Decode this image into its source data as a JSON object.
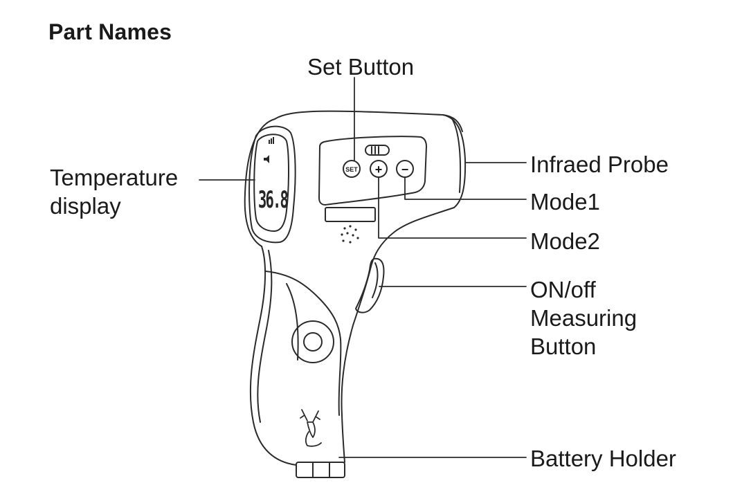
{
  "title": "Part Names",
  "labels": {
    "set_button": "Set Button",
    "temperature_display_line1": "Temperature",
    "temperature_display_line2": "display",
    "infrared_probe": "Infraed Probe",
    "mode1": "Mode1",
    "mode2": "Mode2",
    "onoff_line1": "ON/off",
    "onoff_line2": "Measuring",
    "onoff_line3": "Button",
    "battery_holder": "Battery Holder"
  },
  "device": {
    "lcd_reading": "36.8",
    "set_button_text": "SET",
    "plus_button_text": "+",
    "minus_button_text": "−"
  },
  "colors": {
    "stroke": "#2a2a2a",
    "lcd_face": "#262626",
    "lcd_digits": "#f2f2f2"
  }
}
